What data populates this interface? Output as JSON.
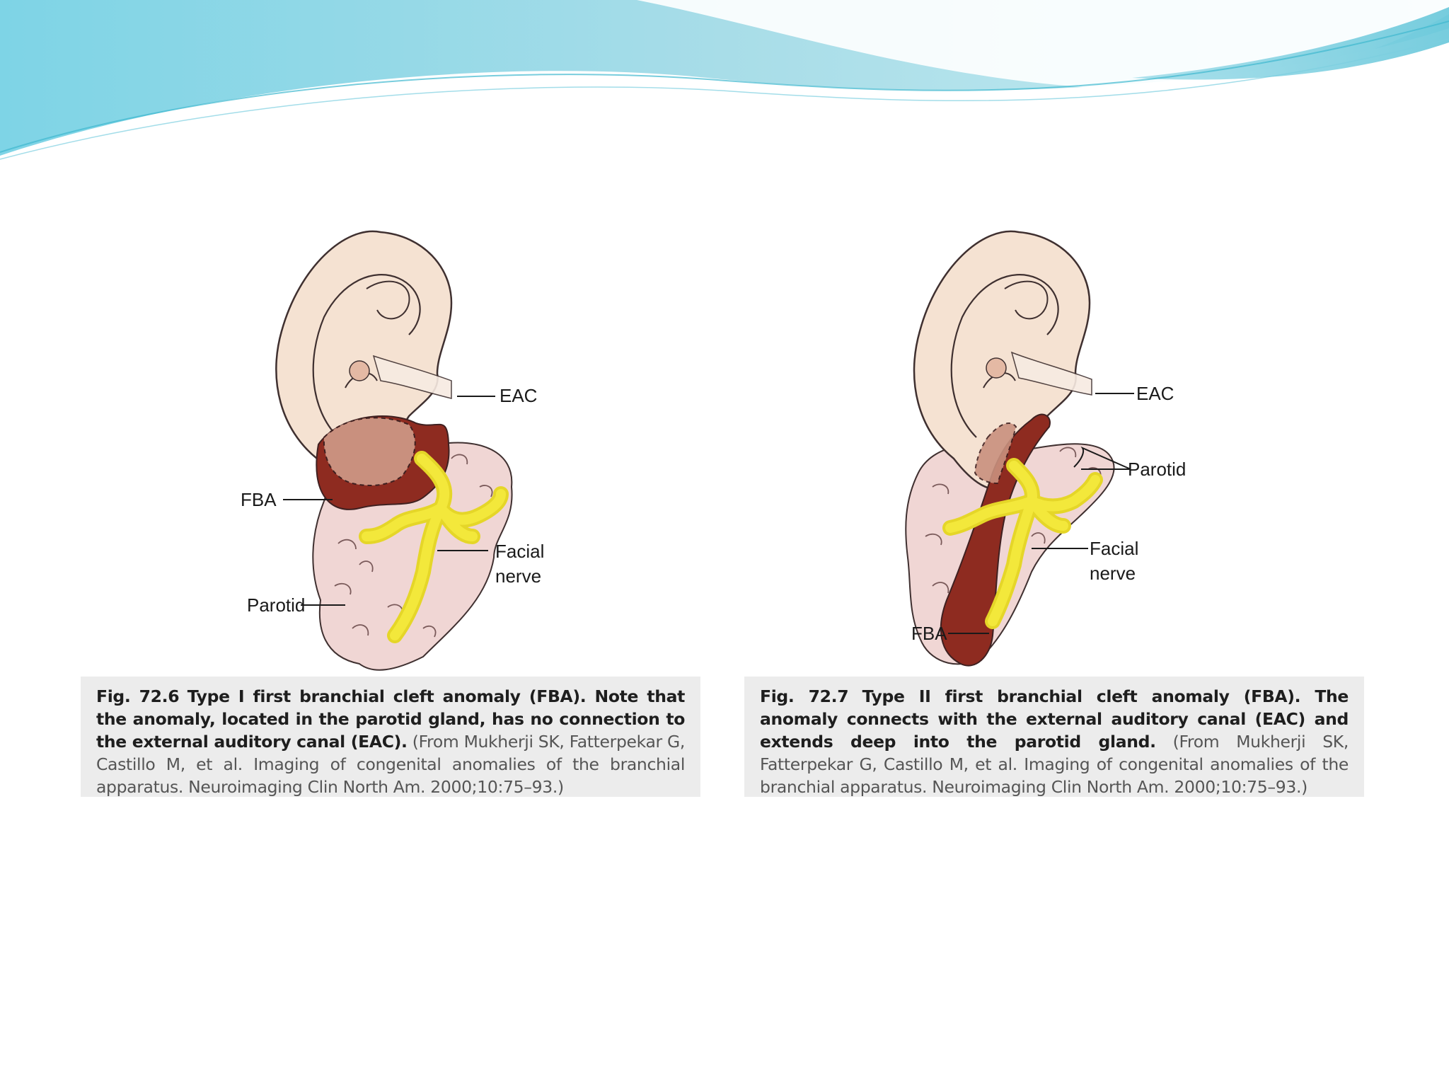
{
  "colors": {
    "header_wave_light": "#a8dde8",
    "header_wave_accent": "#3fb8cf",
    "ear": "#f5e2d2",
    "ear_outline": "#4a3a36",
    "fba": "#8e2b20",
    "fba_overlap": "#c9907e",
    "parotid": "#f0d6d4",
    "facial_nerve": "#f3e83b",
    "caption_bg": "#ececec"
  },
  "figures": [
    {
      "labels": {
        "eac": "EAC",
        "fba": "FBA",
        "facial_1": "Facial",
        "facial_2": "nerve",
        "parotid": "Parotid"
      },
      "caption": {
        "fig_number": "Fig. 72.6",
        "bold_text": "Type I first branchial cleft anomaly (FBA). Note that the anomaly, located in the parotid gland, has no connection to the external auditory canal (EAC).",
        "source_text": "(From Mukherji SK, Fatterpekar G, Castillo M, et al. Imaging of congenital anomalies of the branchial apparatus. Neuroimaging Clin North Am. 2000;10:75–93.)"
      }
    },
    {
      "labels": {
        "eac": "EAC",
        "parotid": "Parotid",
        "facial_1": "Facial",
        "facial_2": "nerve",
        "fba": "FBA"
      },
      "caption": {
        "fig_number": "Fig. 72.7",
        "bold_text": "Type II first branchial cleft anomaly (FBA). The anomaly connects with the external auditory canal (EAC) and extends deep into the parotid gland.",
        "source_text": "(From Mukherji SK, Fatterpekar G, Castillo M, et al. Imaging of congenital anomalies of the branchial apparatus. Neuroimaging Clin North Am. 2000;10:75–93.)"
      }
    }
  ]
}
